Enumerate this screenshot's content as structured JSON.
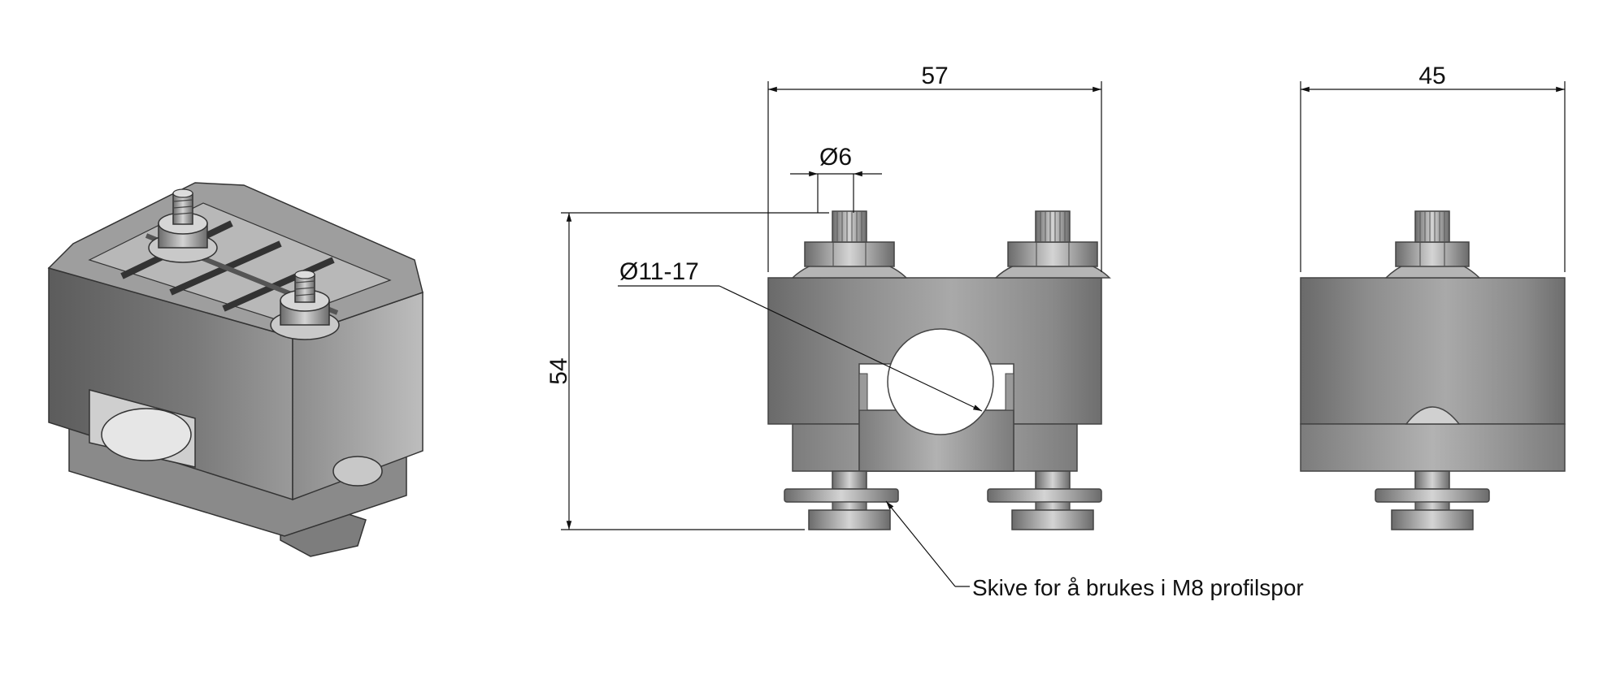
{
  "dimensions": {
    "width_front": "57",
    "width_side": "45",
    "height": "54",
    "bolt_diameter": "Ø6",
    "clamp_range": "Ø11-17"
  },
  "annotations": {
    "washer_note": "Skive for å brukes i M8 profilspor"
  },
  "colors": {
    "line": "#111111",
    "body_light": "#b4b4b4",
    "body_dark": "#5a5a5a"
  }
}
